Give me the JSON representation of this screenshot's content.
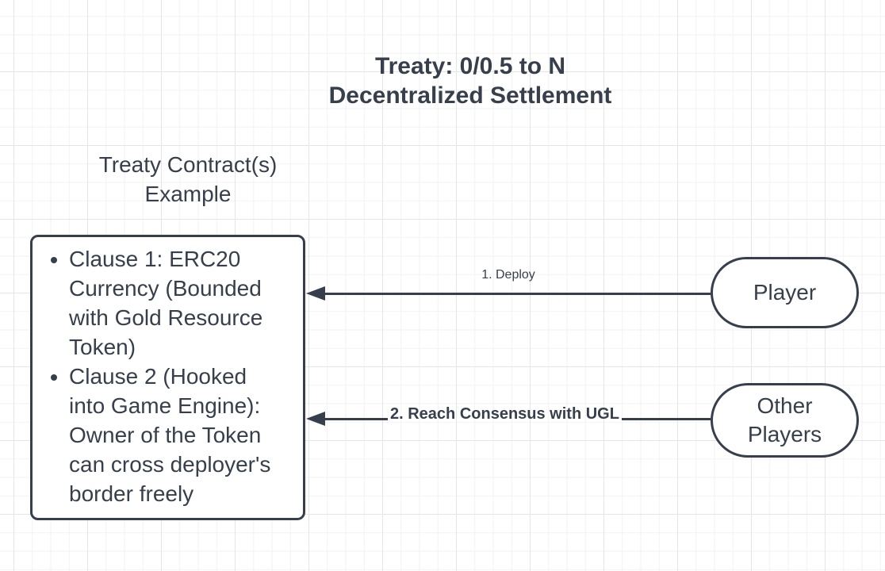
{
  "colors": {
    "stroke": "#363F4B",
    "node_fill": "#FFFFFF",
    "canvas_bg": "#FFFFFF",
    "grid_minor": "#F2F2F4",
    "grid_major": "#E5E5E8"
  },
  "title": {
    "line1": "Treaty: 0/0.5 to N",
    "line2": "Decentralized Settlement"
  },
  "contracts_label": "Treaty Contract(s) Example",
  "clause_box": {
    "items": [
      "Clause 1: ERC20 Currency (Bounded with Gold Resource Token)",
      "Clause 2 (Hooked into Game Engine): Owner of the Token can cross deployer's border freely"
    ]
  },
  "arrows": {
    "deploy": {
      "label": "1. Deploy"
    },
    "consensus": {
      "label": "2. Reach Consensus with UGL"
    }
  },
  "nodes": {
    "player": {
      "label": "Player"
    },
    "other_players": {
      "label": "Other Players"
    }
  }
}
